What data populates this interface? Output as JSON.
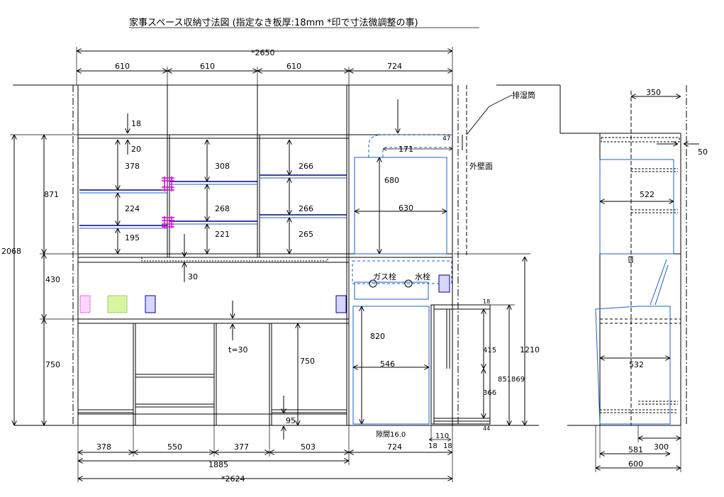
{
  "title": "家事スペース収納寸法図 (指定なき板厚:18mm *印で寸法微調整の事)",
  "dims": {
    "top_total": "*2650",
    "top_sections": [
      "610",
      "610",
      "610",
      "724"
    ],
    "bottom_sections": [
      "378",
      "550",
      "377",
      "503",
      "724"
    ],
    "bottom_sub_total": "1885",
    "bottom_total": "*2624",
    "height_total": "2068",
    "height_upper": "871",
    "height_mid": "430",
    "height_lower": "750",
    "board_18": "18",
    "gap_20": "20",
    "col1_shelves": [
      "378",
      "224",
      "195"
    ],
    "col2_shelves": [
      "308",
      "268",
      "221"
    ],
    "col3_shelves": [
      "266",
      "266",
      "265"
    ],
    "d_30": "30",
    "t30": "t=30",
    "d_750_inner": "750",
    "d_95": "95",
    "upper_right_h": "680",
    "upper_right_w": "630",
    "d_171": "171",
    "d_47": "47",
    "lower_right_h": "820",
    "lower_right_w": "546",
    "gap_label": "隙間16.0",
    "d_1210": "1210",
    "d_415": "415",
    "d_366": "366",
    "d_851": "851",
    "d_869": "869",
    "d_18_small": "18",
    "d_44": "44",
    "d_110": "110",
    "d_18a": "18",
    "d_18b": "18",
    "side_350": "350",
    "side_50": "50",
    "side_522": "522",
    "side_532": "532",
    "side_581": "581",
    "side_300": "300",
    "side_600": "600"
  },
  "labels": {
    "exhaust": "排湿筒",
    "outer_wall": "外壁面",
    "gas": "ガス栓",
    "water": "水栓"
  },
  "colors": {
    "line": "#000000",
    "blue": "#1a5fd6",
    "navy": "#00008b",
    "magenta": "#e000e0"
  }
}
